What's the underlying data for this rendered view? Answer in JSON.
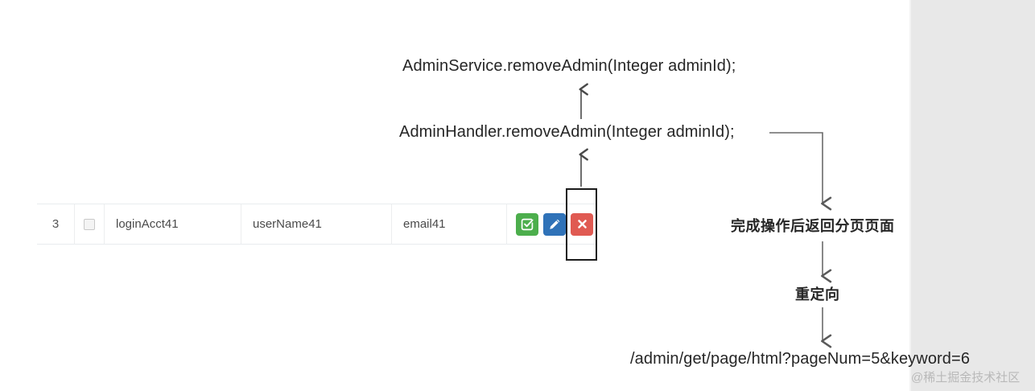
{
  "annotations": {
    "service_call": "AdminService.removeAdmin(Integer adminId);",
    "handler_call": "AdminHandler.removeAdmin(Integer adminId);",
    "return_note": "完成操作后返回分页页面",
    "redirect_label": "重定向",
    "redirect_url": "/admin/get/page/html?pageNum=5&keyword=6"
  },
  "table": {
    "row": {
      "index": "3",
      "checkbox_checked": false,
      "login_acct": "loginAcct41",
      "user_name": "userName41",
      "email": "email41"
    },
    "actions": [
      {
        "name": "check-button",
        "icon": "check-square-icon",
        "color": "#4cae4c"
      },
      {
        "name": "edit-button",
        "icon": "pencil-icon",
        "color": "#2f72b8"
      },
      {
        "name": "delete-button",
        "icon": "times-icon",
        "color": "#e05a52"
      }
    ]
  },
  "highlight": {
    "target": "delete-button"
  },
  "watermark": "@稀土掘金技术社区",
  "colors": {
    "accent_green": "#4cae4c",
    "accent_blue": "#2f72b8",
    "accent_red": "#e05a52",
    "arrow": "#4a4a4a",
    "panel_bg": "#e8e8e8",
    "highlight_border": "#1b1b1b"
  }
}
